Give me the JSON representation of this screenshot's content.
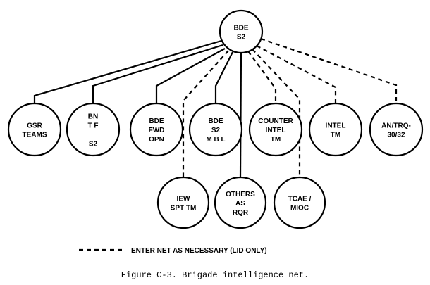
{
  "root": {
    "id": "bde-s2",
    "lines": [
      "BDE",
      "S2"
    ]
  },
  "nodes": [
    {
      "id": "gsr-teams",
      "lines": [
        "GSR",
        "TEAMS"
      ],
      "link": "solid"
    },
    {
      "id": "bn-tf-s2",
      "lines": [
        "BN",
        "T F",
        "",
        "S2"
      ],
      "link": "solid"
    },
    {
      "id": "bde-fwd-opn",
      "lines": [
        "BDE",
        "FWD",
        "OPN"
      ],
      "link": "solid"
    },
    {
      "id": "iew-spt-tm",
      "lines": [
        "IEW",
        "SPT TM"
      ],
      "link": "dashed"
    },
    {
      "id": "bde-s2-mbl",
      "lines": [
        "BDE",
        "S2",
        "M B L"
      ],
      "link": "solid"
    },
    {
      "id": "others-as-rqr",
      "lines": [
        "OTHERS",
        "AS",
        "RQR"
      ],
      "link": "solid"
    },
    {
      "id": "counter-intel-tm",
      "lines": [
        "COUNTER",
        "INTEL",
        "TM"
      ],
      "link": "dashed"
    },
    {
      "id": "tcae-mioc",
      "lines": [
        "TCAE /",
        "MIOC"
      ],
      "link": "dashed"
    },
    {
      "id": "intel-tm",
      "lines": [
        "INTEL",
        "TM"
      ],
      "link": "dashed"
    },
    {
      "id": "an-trq-30-32",
      "lines": [
        "AN/TRQ-",
        "30/32"
      ],
      "link": "dashed"
    }
  ],
  "legend": {
    "text": "ENTER NET AS NECESSARY (LID ONLY)"
  },
  "caption": "Figure C-3. Brigade intelligence net."
}
